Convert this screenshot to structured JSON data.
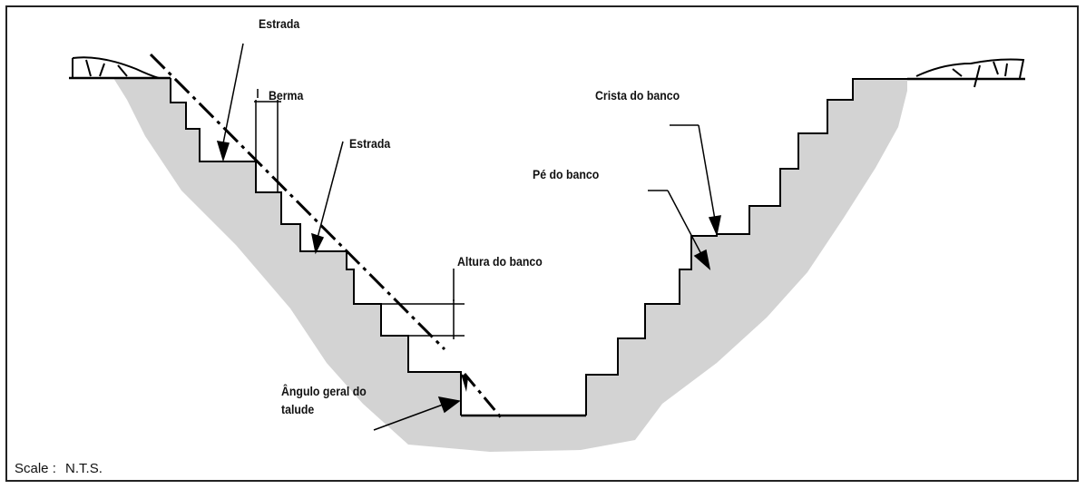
{
  "labels": {
    "road_top": "Estrada",
    "berm": "Berma",
    "road_mid": "Estrada",
    "bench_height": "Altura do banco",
    "bench_crest": "Crista do banco",
    "bench_toe": "Pé do banco",
    "overall_slope_angle_line1": "Ângulo geral do",
    "overall_slope_angle_line2": "talude"
  },
  "scale": {
    "label": "Scale :",
    "value": "N.T.S."
  },
  "colors": {
    "rock_fill": "#d3d3d3",
    "line": "#000000"
  }
}
